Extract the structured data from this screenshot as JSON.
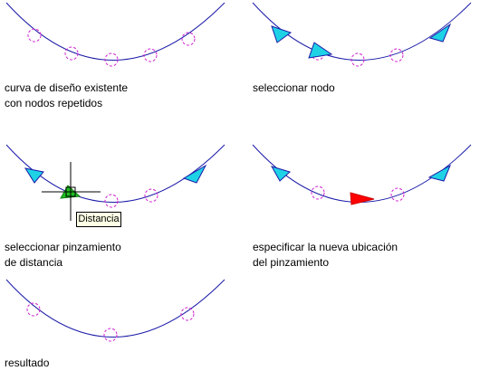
{
  "panels": [
    {
      "caption_line1": "curva de diseño existente",
      "caption_line2": "con nodos repetidos"
    },
    {
      "caption_line1": "seleccionar nodo",
      "caption_line2": ""
    },
    {
      "caption_line1": "seleccionar pinzamiento",
      "caption_line2": "de distancia"
    },
    {
      "caption_line1": "especificar la nueva ubicación",
      "caption_line2": "del pinzamiento"
    },
    {
      "caption_line1": "resultado",
      "caption_line2": ""
    }
  ],
  "tooltip": "Distancia",
  "colors": {
    "curve": "#1a1aa8",
    "node": "#d020d0",
    "grip": "#1ed2e6",
    "active_grip": "#ff0000",
    "distance_grip": "#20c020",
    "crosshair": "#000000"
  }
}
